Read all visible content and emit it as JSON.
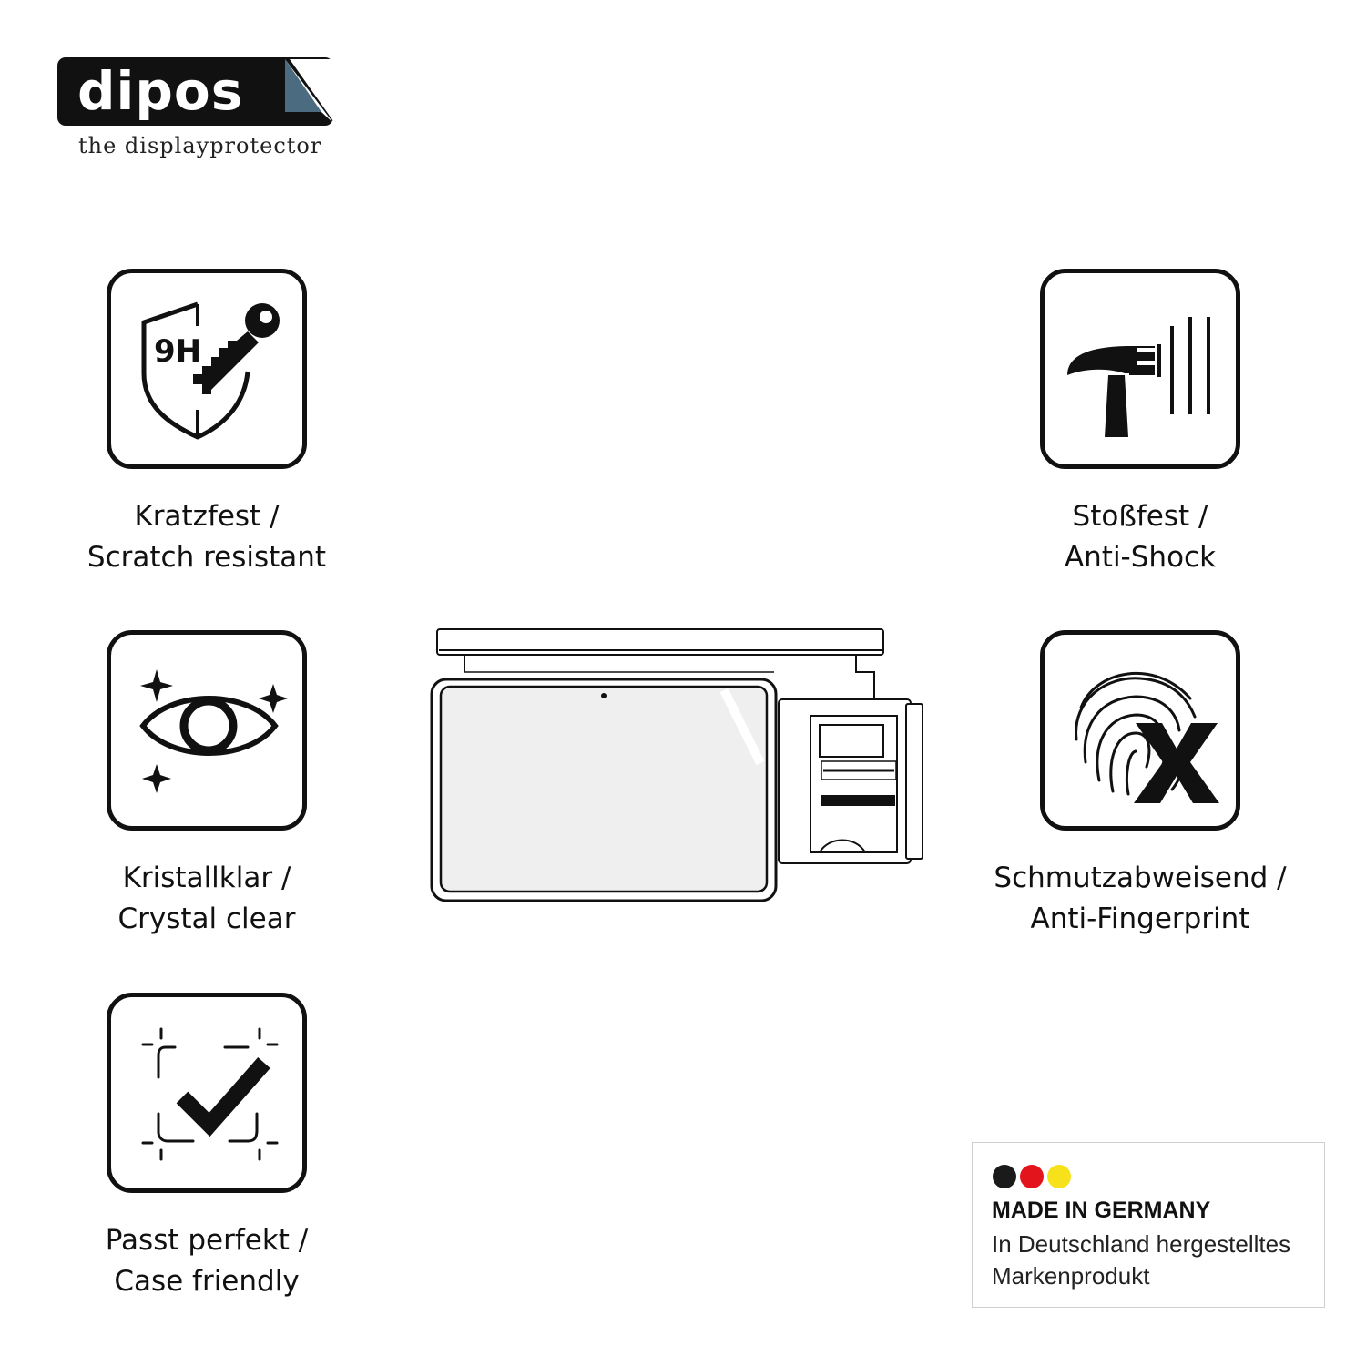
{
  "brand": {
    "name": "dipos",
    "tagline": "the displayprotector"
  },
  "features": {
    "scratch": {
      "icon_badge": "9H",
      "line1": "Kratzfest /",
      "line2": "Scratch resistant"
    },
    "shock": {
      "line1": "Stoßfest /",
      "line2": "Anti-Shock"
    },
    "clear": {
      "line1": "Kristallklar /",
      "line2": "Crystal clear"
    },
    "finger": {
      "line1": "Schmutzabweisend /",
      "line2": "Anti-Fingerprint"
    },
    "case": {
      "line1": "Passt perfekt /",
      "line2": "Case friendly"
    }
  },
  "icons": {
    "scratch": "shield-key-icon",
    "shock": "hammer-icon",
    "clear": "eye-sparkle-icon",
    "finger": "fingerprint-cross-icon",
    "case": "checkmark-frame-icon"
  },
  "made_in_germany": {
    "title": "MADE IN GERMANY",
    "line1": "In Deutschland hergestelltes",
    "line2": "Markenprodukt",
    "flag_colors": [
      "#1a1a1a",
      "#e3141b",
      "#f7e11a"
    ]
  }
}
